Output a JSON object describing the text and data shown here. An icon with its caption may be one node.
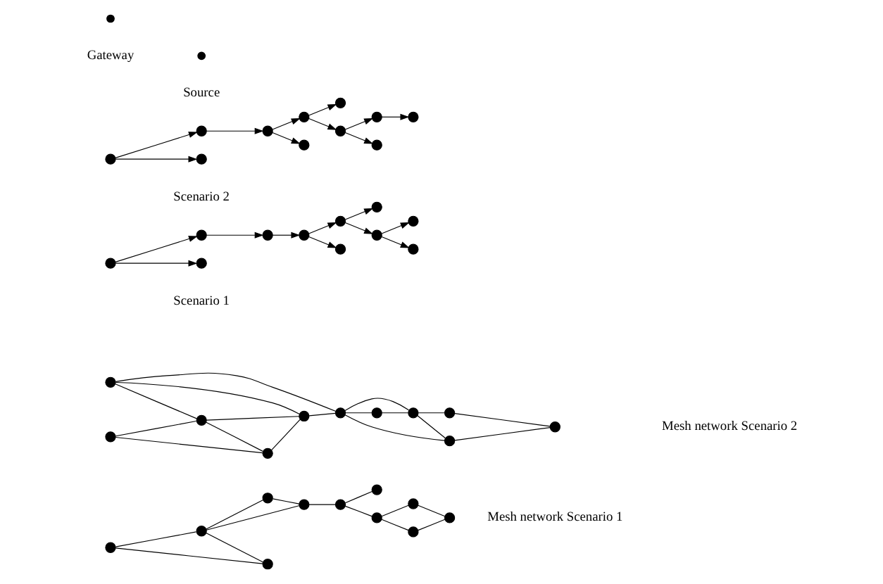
{
  "diagram": {
    "nodes": [
      {
        "text": [],
        "shape": "circle"
      },
      {
        "text": [],
        "shape": "circle"
      },
      {
        "text": [],
        "shape": "circle"
      },
      {
        "text": [],
        "shape": "circle"
      },
      {
        "text": [],
        "shape": "circle"
      },
      {
        "text": [],
        "shape": "circle"
      },
      {
        "text": [],
        "shape": "circle"
      },
      {
        "text": [],
        "shape": "circle"
      },
      {
        "text": [],
        "shape": "circle"
      },
      {
        "text": [],
        "shape": "circle"
      },
      {
        "text": [],
        "shape": "circle"
      },
      {
        "text": [],
        "shape": "circle"
      },
      {
        "text": [],
        "shape": "circle"
      },
      {
        "text": [],
        "shape": "circle"
      },
      {
        "text": [],
        "shape": "circle"
      },
      {
        "text": [],
        "shape": "circle"
      },
      {
        "text": [],
        "shape": "circle"
      },
      {
        "text": [],
        "shape": "circle"
      },
      {
        "text": [],
        "shape": "circle"
      },
      {
        "text": [],
        "shape": "circle"
      },
      {
        "text": [],
        "shape": "circle"
      },
      {
        "text": [],
        "shape": "circle"
      },
      {
        "text": [],
        "shape": "circle"
      },
      {
        "text": [],
        "shape": "circle"
      },
      {
        "text": [],
        "shape": "circle"
      },
      {
        "text": [],
        "shape": "circle"
      },
      {
        "text": [],
        "shape": "circle"
      },
      {
        "text": [],
        "shape": "circle"
      },
      {
        "text": [],
        "shape": "circle"
      },
      {
        "text": [],
        "shape": "circle"
      },
      {
        "text": [],
        "shape": "circle"
      },
      {
        "text": [],
        "shape": "circle"
      },
      {
        "text": [],
        "shape": "circle"
      },
      {
        "text": [],
        "shape": "circle"
      },
      {
        "text": [],
        "shape": "circle"
      },
      {
        "text": [],
        "shape": "circle"
      },
      {
        "text": [],
        "shape": "circle"
      },
      {
        "text": [],
        "shape": "circle"
      },
      {
        "text": [],
        "shape": "circle"
      },
      {
        "text": [],
        "shape": "circle"
      },
      {
        "text": [],
        "shape": "circle"
      },
      {
        "text": [],
        "shape": "circle"
      },
      {
        "text": [],
        "shape": "circle"
      },
      {
        "text": [],
        "shape": "circle"
      }
    ],
    "edges": [
      {
        "from": 1,
        "to": 2,
        "arrow": "none"
      },
      {
        "from": 2,
        "to": 0,
        "arrow": "none"
      },
      {
        "from": 0,
        "to": 3,
        "arrow": "none"
      },
      {
        "from": 2,
        "to": 3,
        "arrow": "none"
      },
      {
        "from": 1,
        "to": 4,
        "arrow": "none"
      },
      {
        "from": 2,
        "to": 4,
        "arrow": "none"
      },
      {
        "from": 3,
        "to": 5,
        "arrow": "none"
      },
      {
        "from": 5,
        "to": 6,
        "arrow": "none"
      },
      {
        "from": 5,
        "to": 7,
        "arrow": "none"
      },
      {
        "from": 7,
        "to": 9,
        "arrow": "none"
      },
      {
        "from": 7,
        "to": 8,
        "arrow": "none"
      },
      {
        "from": 8,
        "to": 10,
        "arrow": "none"
      },
      {
        "from": 9,
        "to": 10,
        "arrow": "none"
      },
      {
        "from": 11,
        "to": 13,
        "arrow": "none"
      },
      {
        "from": 11,
        "to": 14,
        "arrow": "none"
      },
      {
        "from": 11,
        "to": 16,
        "arrow": "none"
      },
      {
        "from": 12,
        "to": 13,
        "arrow": "none"
      },
      {
        "from": 13,
        "to": 14,
        "arrow": "none"
      },
      {
        "from": 12,
        "to": 15,
        "arrow": "none"
      },
      {
        "from": 13,
        "to": 15,
        "arrow": "none"
      },
      {
        "from": 15,
        "to": 14,
        "arrow": "none"
      },
      {
        "from": 14,
        "to": 16,
        "arrow": "none"
      },
      {
        "from": 16,
        "to": 17,
        "arrow": "none"
      },
      {
        "from": 17,
        "to": 18,
        "arrow": "none"
      },
      {
        "from": 16,
        "to": 18,
        "arrow": "none"
      },
      {
        "from": 16,
        "to": 20,
        "arrow": "none"
      },
      {
        "from": 18,
        "to": 20,
        "arrow": "none"
      },
      {
        "from": 18,
        "to": 19,
        "arrow": "none"
      },
      {
        "from": 19,
        "to": 21,
        "arrow": "none"
      },
      {
        "from": 20,
        "to": 21,
        "arrow": "none"
      },
      {
        "from": 25,
        "to": 22,
        "arrow": "to"
      },
      {
        "from": 25,
        "to": 24,
        "arrow": "to"
      },
      {
        "from": 24,
        "to": 23,
        "arrow": "to"
      },
      {
        "from": 24,
        "to": 26,
        "arrow": "to"
      },
      {
        "from": 27,
        "to": 25,
        "arrow": "to"
      },
      {
        "from": 27,
        "to": 28,
        "arrow": "to"
      },
      {
        "from": 29,
        "to": 27,
        "arrow": "to"
      },
      {
        "from": 30,
        "to": 29,
        "arrow": "to"
      },
      {
        "from": 32,
        "to": 30,
        "arrow": "to"
      },
      {
        "from": 32,
        "to": 31,
        "arrow": "to"
      },
      {
        "from": 38,
        "to": 33,
        "arrow": "to"
      },
      {
        "from": 38,
        "to": 36,
        "arrow": "to"
      },
      {
        "from": 36,
        "to": 35,
        "arrow": "to"
      },
      {
        "from": 35,
        "to": 34,
        "arrow": "to"
      },
      {
        "from": 36,
        "to": 37,
        "arrow": "to"
      },
      {
        "from": 40,
        "to": 38,
        "arrow": "to"
      },
      {
        "from": 40,
        "to": 39,
        "arrow": "to"
      },
      {
        "from": 41,
        "to": 40,
        "arrow": "to"
      },
      {
        "from": 43,
        "to": 41,
        "arrow": "to"
      },
      {
        "from": 43,
        "to": 42,
        "arrow": "to"
      }
    ],
    "labels": [
      "Mesh network Scenario 1",
      "Mesh network Scenario 2",
      "Scenario 1",
      "Scenario 2"
    ],
    "legend": [
      {
        "text": "Gateway"
      },
      {
        "text": "Source"
      }
    ]
  }
}
